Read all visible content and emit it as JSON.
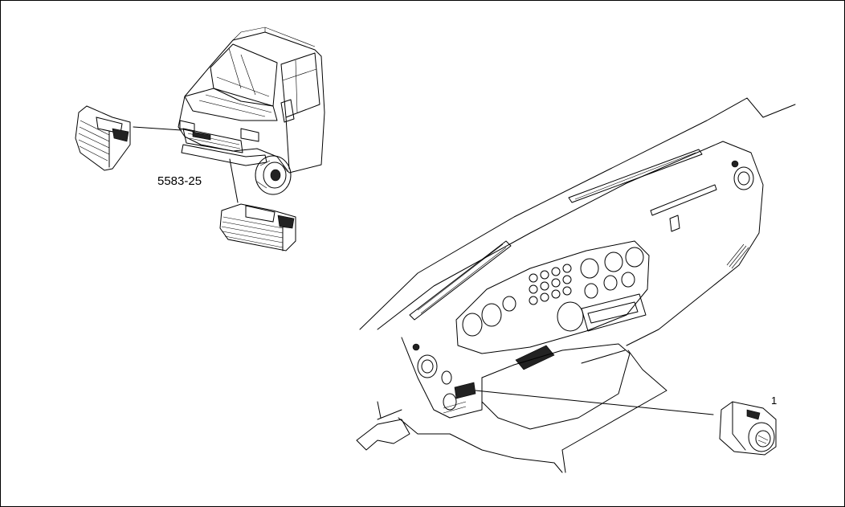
{
  "diagram": {
    "reference_code": "5583-25",
    "callouts": [
      {
        "number": "1",
        "part": "switch"
      }
    ]
  }
}
